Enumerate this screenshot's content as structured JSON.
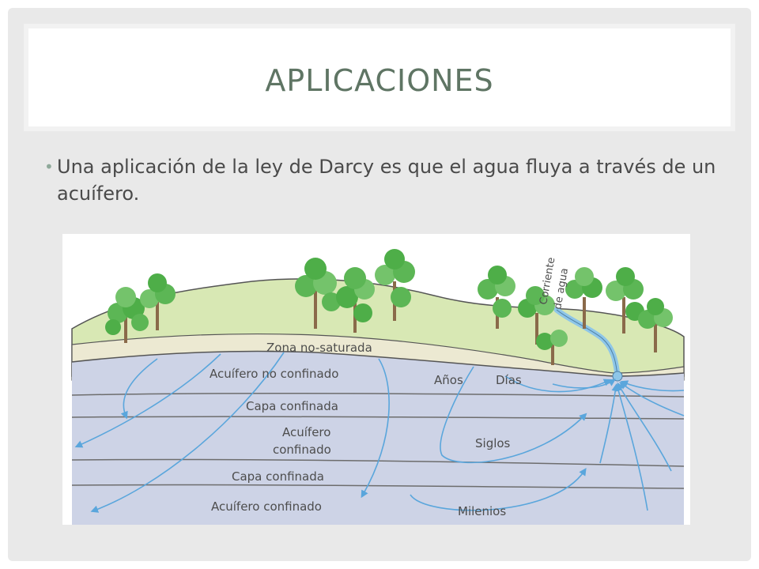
{
  "slide": {
    "title": "APLICACIONES",
    "bullet_text": "Una aplicación de la ley de Darcy es que el agua fluya a través de un acuífero."
  },
  "diagram": {
    "labels": {
      "stream": "Corriente de agua",
      "unsaturated": "Zona no-saturada",
      "unconfined": "Acuífero no confinado",
      "years": "Años",
      "days": "Días",
      "confining1": "Capa confinada",
      "confined1_line1": "Acuífero",
      "confined1_line2": "confinado",
      "centuries": "Siglos",
      "confining2": "Capa confinada",
      "confined2": "Acuífero confinado",
      "millennia": "Milenios"
    },
    "colors": {
      "grass": "#d8e8b4",
      "unsaturated_zone": "#ece9d2",
      "aquifer": "#cdd3e6",
      "flow_lines": "#5aa6dc",
      "layer_lines": "#6d6d6d",
      "trees": "#4eae48"
    }
  }
}
